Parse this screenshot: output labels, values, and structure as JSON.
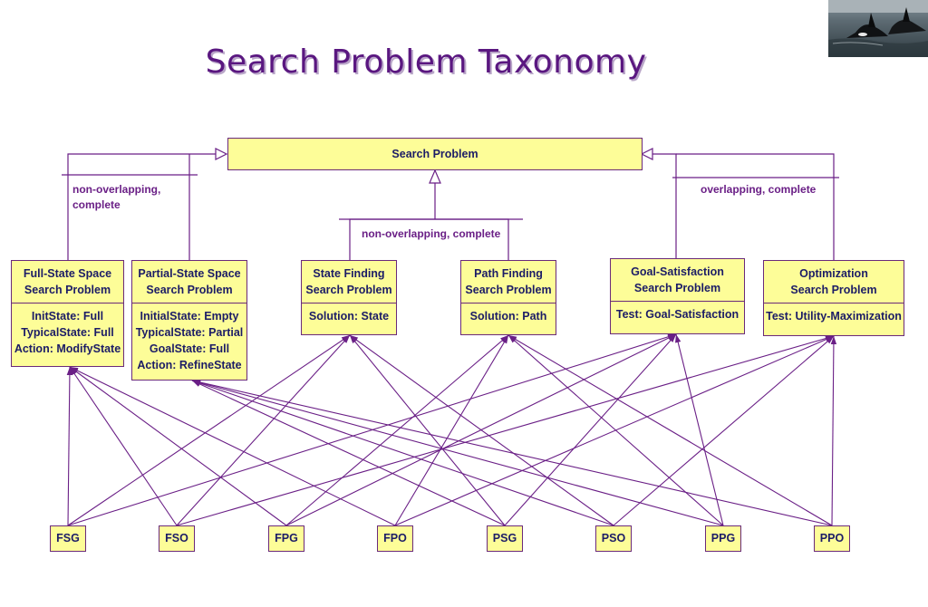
{
  "title": "Search Problem Taxonomy",
  "root": "Search Problem",
  "notes": {
    "left": "non-overlapping,\ncomplete",
    "middle": "non-overlapping, complete",
    "right": "overlapping, complete"
  },
  "categories": [
    {
      "id": "full",
      "header": "Full-State Space\nSearch Problem",
      "body": "InitState: Full\nTypicalState: Full\nAction: ModifyState"
    },
    {
      "id": "partial",
      "header": "Partial-State Space\nSearch Problem",
      "body": "InitialState: Empty\nTypicalState: Partial\nGoalState: Full\nAction: RefineState"
    },
    {
      "id": "state",
      "header": "State Finding\nSearch Problem",
      "body": "Solution: State"
    },
    {
      "id": "path",
      "header": "Path Finding\nSearch Problem",
      "body": "Solution: Path"
    },
    {
      "id": "goal",
      "header": "Goal-Satisfaction\nSearch Problem",
      "body": "Test: Goal-Satisfaction"
    },
    {
      "id": "opt",
      "header": "Optimization\nSearch Problem",
      "body": "Test: Utility-Maximization"
    }
  ],
  "leaves": [
    "FSG",
    "FSO",
    "FPG",
    "FPO",
    "PSG",
    "PSO",
    "PPG",
    "PPO"
  ],
  "colors": {
    "line": "#6a1f86",
    "box_fill": "#fdfd98",
    "box_text": "#1c1c66",
    "title": "#5a1780"
  }
}
